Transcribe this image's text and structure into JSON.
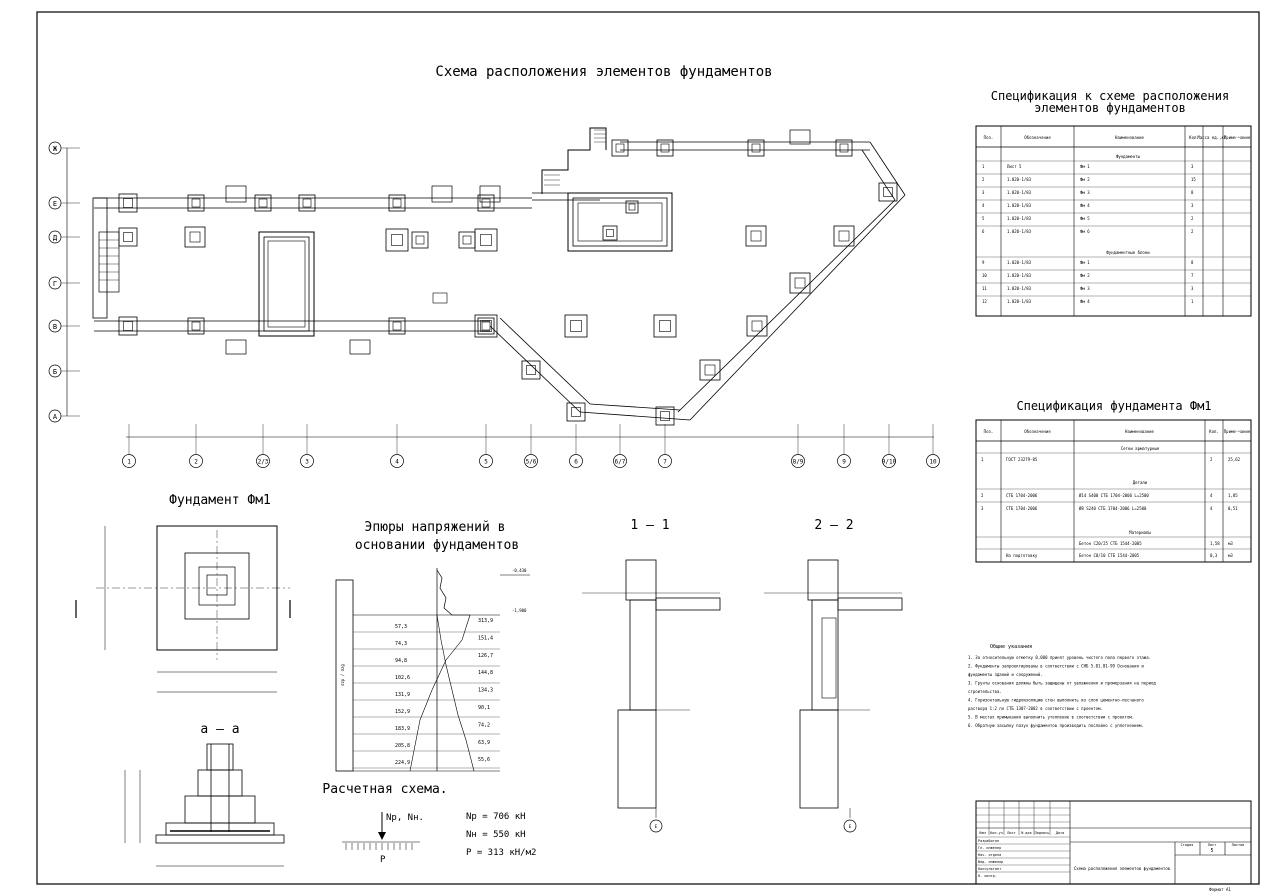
{
  "plan": {
    "title": "Схема расположения элементов фундаментов",
    "axis_letters": [
      "Ж",
      "Е",
      "Д",
      "Г",
      "В",
      "Б",
      "А"
    ],
    "axis_numbers": [
      "1",
      "2",
      "2/3",
      "3",
      "4",
      "5",
      "5/6",
      "6",
      "6/7",
      "7",
      "8/9",
      "9",
      "9/10",
      "10"
    ]
  },
  "spec1": {
    "title_line1": "Спецификация к схеме расположения",
    "title_line2": "элементов фундаментов",
    "columns": [
      "Поз.",
      "Обозначение",
      "Наименование",
      "Кол.",
      "Масса ед.,кг.",
      "Приме-чание"
    ],
    "section1": "Фундаменты",
    "section2": "Фундаментные блоки",
    "rows1": [
      [
        "1",
        "Лист 5",
        "Фм 1",
        "3"
      ],
      [
        "2",
        "1.020-1/83",
        "Фм 2",
        "15"
      ],
      [
        "3",
        "1.020-1/83",
        "Фм 3",
        "8"
      ],
      [
        "4",
        "1.020-1/83",
        "Фм 4",
        "3"
      ],
      [
        "5",
        "1.020-1/83",
        "Фм 5",
        "2"
      ],
      [
        "6",
        "1.020-1/83",
        "Фм 6",
        "2"
      ]
    ],
    "rows2": [
      [
        "9",
        "1.020-1/83",
        "Фм 1",
        "8"
      ],
      [
        "10",
        "1.020-1/83",
        "Фм 2",
        "7"
      ],
      [
        "11",
        "1.020-1/83",
        "Фм 3",
        "3"
      ],
      [
        "12",
        "1.020-1/83",
        "Фм 4",
        "1"
      ]
    ]
  },
  "spec2": {
    "title": "Спецификация фундамента Фм1",
    "columns": [
      "Поз.",
      "Обозначение",
      "Наименование",
      "Кол.",
      "Приме-чание"
    ],
    "section1": "Сетки арматурные",
    "section2": "Детали",
    "section3": "Материалы",
    "rows": [
      [
        "1",
        "ГОСТ 23279-85",
        "",
        "2",
        "25,62"
      ],
      [
        "2",
        "СТБ 1704-2006",
        "Ø14 S400 СТБ 1704-2006 L=2500",
        "4",
        "1,85"
      ],
      [
        "3",
        "СТБ 1704-2006",
        "Ø8 S240 СТБ 1704-2006 L=2500",
        "4",
        "0,51"
      ],
      [
        "",
        "",
        "Бетон С20/25 СТБ 1544-2005",
        "1,58",
        "м3"
      ],
      [
        "",
        "На подготовку",
        "Бетон С8/10 СТБ 1544-2005",
        "0,3",
        "м3"
      ]
    ]
  },
  "fm1": {
    "title": "Фундамент Фм1"
  },
  "section_aa": {
    "title": "а – а"
  },
  "stress": {
    "title_line1": "Эпюры напряжений в",
    "title_line2": "основании фундаментов",
    "left_values": [
      "57,3",
      "74,3",
      "94,8",
      "102,6",
      "131,9",
      "152,9",
      "183,9",
      "205,8",
      "224,9"
    ],
    "right_values": [
      "313,9",
      "151,4",
      "126,7",
      "144,8",
      "134,3",
      "90,1",
      "74,2",
      "63,9",
      "55,6"
    ],
    "levels": [
      "-0,430",
      "-1,900"
    ]
  },
  "calc": {
    "title": "Расчетная схема.",
    "loads": [
      "Np = 706 кН",
      "Nн = 550 кН",
      "P = 313 кН/м2"
    ],
    "arrow_label": "Np, Nн.",
    "p_label": "P"
  },
  "cuts": {
    "s11": "1 – 1",
    "s22": "2 – 2"
  },
  "notes": {
    "title": "Общие указания",
    "lines": [
      "1. За относительную отметку 0,000 принят уровень чистого пола первого этажа.",
      "2. Фундаменты запроектированы в соответствии с СНБ 5.01.01-99 Основания и",
      "   фундаменты зданий и сооружений.",
      "3. Грунты основания должны быть защищены от увлажнения и промерзания на период",
      "   строительства.",
      "4. Горизонтальную гидроизоляцию стен выполнить из слоя цементно-песчаного",
      "   раствора 1:2 по СТБ 1307-2002 в соответствии с проектом.",
      "5. В местах примыкания выполнить утепление в соответствии с проектом.",
      "6. Обратную засыпку пазух фундаментов производить послойно с уплотнением."
    ]
  },
  "stamp": {
    "labels": [
      "Изм",
      "Кол.уч",
      "Лист",
      "N док",
      "Подпись",
      "Дата"
    ],
    "roles": [
      "Разработал",
      "Гл. инженер",
      "Нач. отдела",
      "Вед. инженер",
      "Консультант",
      "Н. контр."
    ],
    "stage_labels": [
      "Стадия",
      "Лист",
      "Листов"
    ],
    "sheet_no": "5",
    "sheet_title": "Схема расположения элементов фундаментов",
    "format": "Формат А1"
  }
}
